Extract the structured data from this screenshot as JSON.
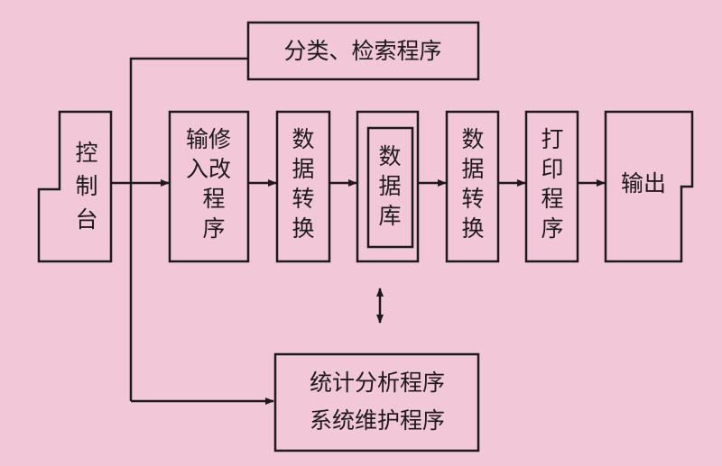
{
  "diagram": {
    "classify_search": "分类、检索程序",
    "console": [
      "控",
      "制",
      "台"
    ],
    "input_modify": [
      "输修",
      "入改",
      "程",
      "序"
    ],
    "convert_1": [
      "数",
      "据",
      "转",
      "换"
    ],
    "database": [
      "数",
      "据",
      "库"
    ],
    "convert_2": [
      "数",
      "据",
      "转",
      "换"
    ],
    "print_program": [
      "打",
      "印",
      "程",
      "序"
    ],
    "output": "输出",
    "stats_program": [
      "统计分析程序",
      "系统维护程序"
    ]
  },
  "colors": {
    "background": "#f2c8d8",
    "line": "#1e1a1c"
  }
}
